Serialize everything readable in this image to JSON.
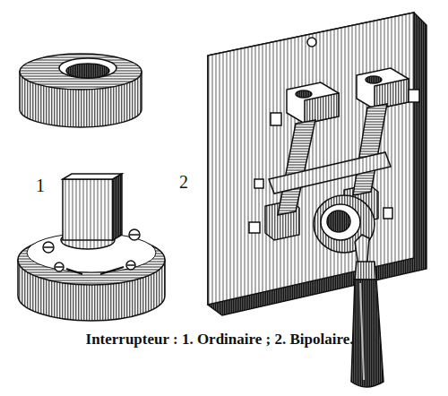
{
  "diagram": {
    "caption": "Interrupteur : 1. Ordinaire ; 2. Bipolaire.",
    "labels": [
      "1",
      "2"
    ]
  }
}
